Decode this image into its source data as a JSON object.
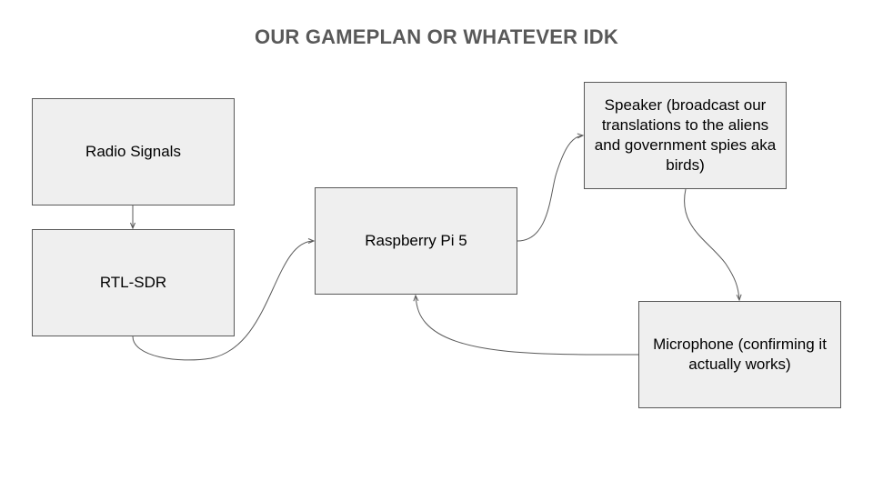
{
  "title": "OUR GAMEPLAN OR WHATEVER IDK",
  "nodes": {
    "radio": {
      "label": "Radio Signals"
    },
    "rtl": {
      "label": "RTL-SDR"
    },
    "pi": {
      "label": "Raspberry Pi 5"
    },
    "speaker": {
      "label": "Speaker (broadcast our translations to the aliens and government spies aka birds)"
    },
    "mic": {
      "label": "Microphone (confirming it actually works)"
    }
  },
  "edges": [
    {
      "from": "Radio Signals",
      "to": "RTL-SDR"
    },
    {
      "from": "RTL-SDR",
      "to": "Raspberry Pi 5"
    },
    {
      "from": "Raspberry Pi 5",
      "to": "Speaker"
    },
    {
      "from": "Speaker",
      "to": "Microphone"
    },
    {
      "from": "Microphone",
      "to": "Raspberry Pi 5"
    }
  ],
  "colors": {
    "box_fill": "#efefef",
    "box_border": "#595959",
    "title": "#595959",
    "connector": "#595959"
  }
}
